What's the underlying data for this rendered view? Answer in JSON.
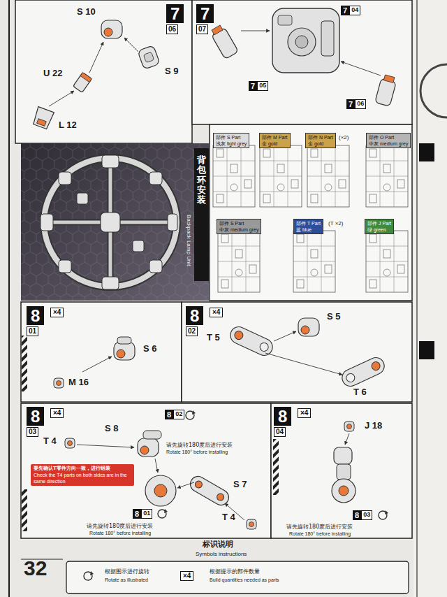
{
  "diagram": {
    "nodes": [
      {
        "text": [
          "7",
          "06"
        ]
      },
      {
        "text": [
          "7",
          "07"
        ]
      },
      {
        "text": [
          "7",
          "04"
        ]
      },
      {
        "text": [
          "7",
          "05"
        ]
      },
      {
        "text": [
          "7",
          "06"
        ]
      },
      {
        "text": [
          "背包环安装",
          "Backpack Lamp Unit"
        ]
      },
      {
        "text": [
          "部件 S Part",
          "浅灰 light grey"
        ]
      },
      {
        "text": [
          "部件 M Part",
          "金 gold"
        ]
      },
      {
        "text": [
          "部件 N Part",
          "金 gold"
        ]
      },
      {
        "text": [
          "部件 O Part",
          "中灰 medium grey"
        ]
      },
      {
        "text": [
          "部件 S Part",
          "中灰 medium grey"
        ]
      },
      {
        "text": [
          "部件 T Part",
          "蓝 blue"
        ]
      },
      {
        "text": [
          "部件 J Part",
          "绿 green"
        ]
      },
      {
        "text": [
          "8",
          "01"
        ]
      },
      {
        "text": [
          "×4"
        ]
      },
      {
        "text": [
          "8",
          "02"
        ]
      },
      {
        "text": [
          "×4"
        ]
      },
      {
        "text": [
          "8",
          "03"
        ]
      },
      {
        "text": [
          "×4"
        ]
      },
      {
        "text": [
          "8",
          "02"
        ]
      },
      {
        "text": [
          "要先确认T零件方向一致，进行组装",
          "Check the T4 parts on both sides are in the same direction"
        ]
      },
      {
        "text": [
          "8",
          "01"
        ]
      },
      {
        "text": [
          "8",
          "04"
        ]
      },
      {
        "text": [
          "×4"
        ]
      },
      {
        "text": [
          "8",
          "03"
        ]
      },
      {
        "text": [
          "×4"
        ]
      }
    ],
    "labels": [
      "S 10",
      "U 22",
      "L 12",
      "S 9",
      "(×2)",
      "(T ×2)",
      "S 6",
      "M 16",
      "T 5",
      "S 5",
      "T 6",
      "S 8",
      "请先旋转180度后进行安装",
      "Rotate 180° before installing",
      "T 4",
      "S 7",
      "请先旋转180度后进行安装",
      "Rotate 180° before installing",
      "T 4",
      "J 18",
      "请先旋转180度后进行安装",
      "Rotate 180° before installing",
      "32",
      "标识说明",
      "Symbols instructions",
      "根据图示进行旋转",
      "Rotate as illustrated",
      "根据提示的部件数量",
      "Build quantities needed as parts"
    ]
  }
}
